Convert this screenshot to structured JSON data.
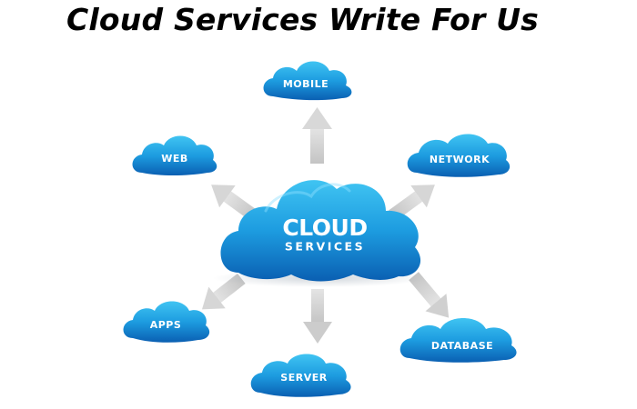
{
  "title": "Cloud Services Write For Us",
  "center": {
    "line1": "CLOUD",
    "line2": "SERVICES"
  },
  "nodes": [
    {
      "id": "mobile",
      "label": "MOBILE"
    },
    {
      "id": "web",
      "label": "WEB"
    },
    {
      "id": "network",
      "label": "NETWORK"
    },
    {
      "id": "apps",
      "label": "APPS"
    },
    {
      "id": "server",
      "label": "SERVER"
    },
    {
      "id": "database",
      "label": "DATABASE"
    }
  ],
  "colors": {
    "cloud_top": "#3fc0f0",
    "cloud_mid": "#1a98dc",
    "cloud_bottom": "#0a62b4",
    "arrow": "#d4d4d4",
    "title": "#000000"
  }
}
